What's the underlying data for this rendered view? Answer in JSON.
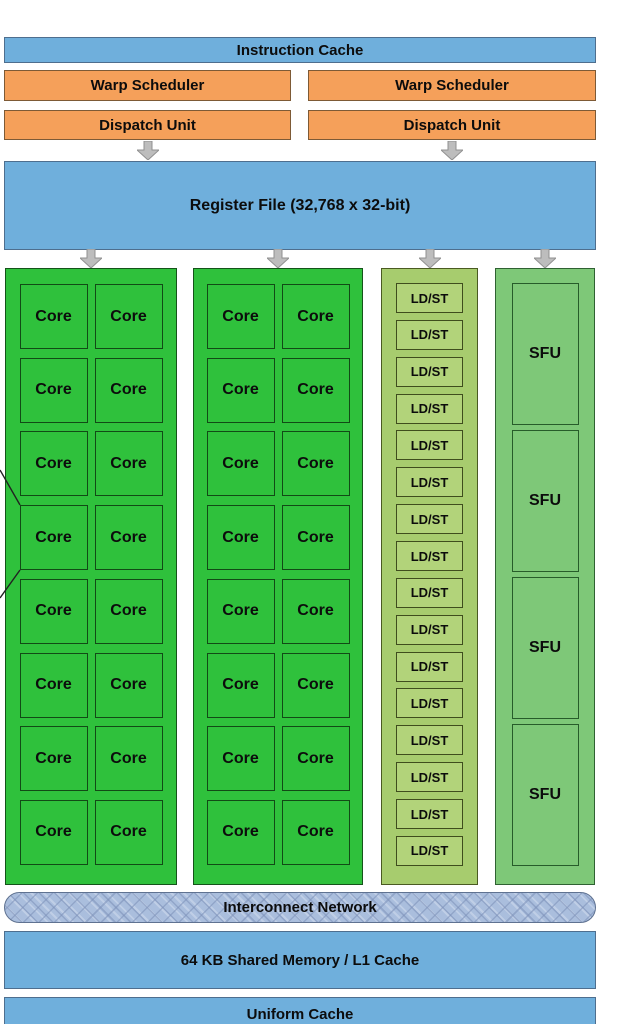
{
  "header": {
    "instruction_cache": "Instruction Cache",
    "warp_scheduler_left": "Warp Scheduler",
    "warp_scheduler_right": "Warp Scheduler",
    "dispatch_unit_left": "Dispatch Unit",
    "dispatch_unit_right": "Dispatch Unit",
    "register_file": "Register File (32,768 x 32-bit)"
  },
  "columns": {
    "core_blocks": [
      {
        "label": "Core",
        "rows": 8,
        "cols": 2,
        "count": 16
      },
      {
        "label": "Core",
        "rows": 8,
        "cols": 2,
        "count": 16
      }
    ],
    "ldst": {
      "label": "LD/ST",
      "count": 16
    },
    "sfu": {
      "label": "SFU",
      "count": 4
    }
  },
  "footer": {
    "interconnect": "Interconnect Network",
    "shared_memory": "64 KB Shared Memory / L1 Cache",
    "uniform_cache": "Uniform Cache"
  },
  "colors": {
    "blue_bar": "#6fafdc",
    "orange_bar": "#f5a05a",
    "core_green": "#2fc13c",
    "ldst_column_green": "#a7cc6e",
    "ldst_cell_green": "#b2d37a",
    "sfu_green": "#7ec878",
    "interconnect_blue": "#aabedd",
    "arrow_gray": "#bdbdbd"
  }
}
